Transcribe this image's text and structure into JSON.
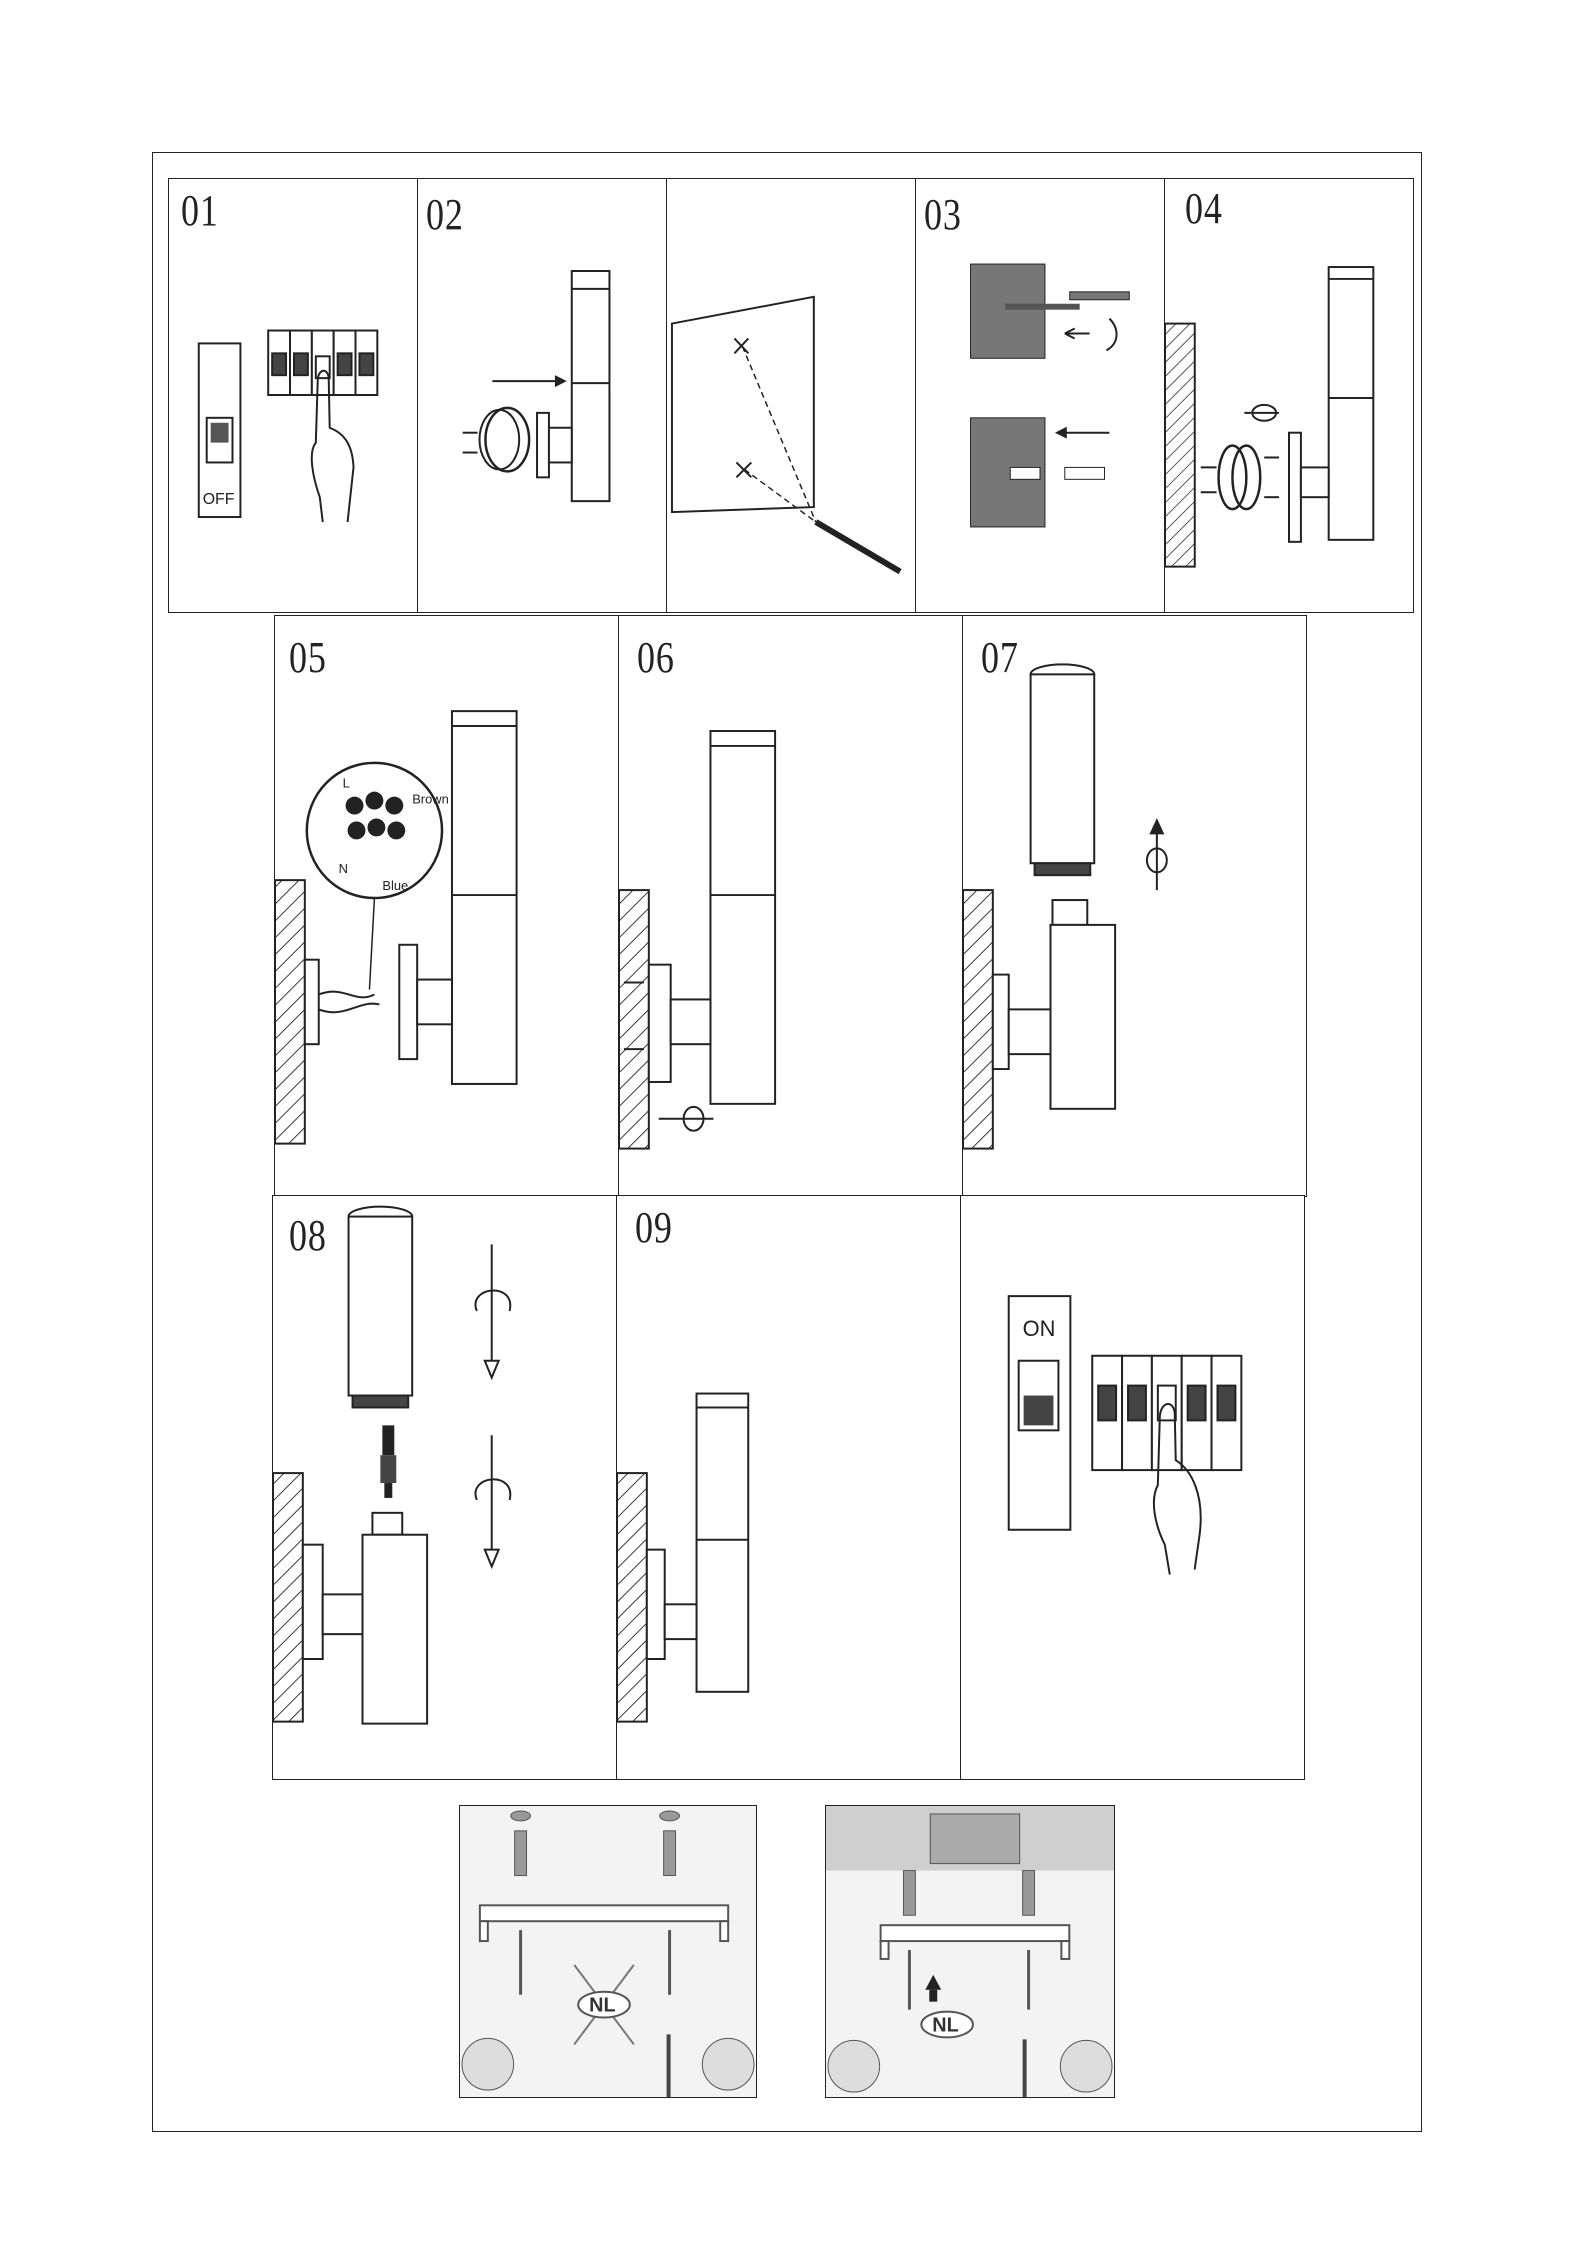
{
  "steps": {
    "s01": "01",
    "s02": "02",
    "s03": "03",
    "s04": "04",
    "s05": "05",
    "s06": "06",
    "s07": "07",
    "s08": "08",
    "s09": "09"
  },
  "switch_labels": {
    "off": "OFF",
    "on": "ON"
  },
  "wire_labels": {
    "live": "L",
    "neutral": "N",
    "brown": "Brown",
    "blue": "Blue"
  },
  "badge": {
    "nl": "NL"
  },
  "icons": [
    "power-switch-icon",
    "breaker-panel-icon",
    "hand-icon",
    "wall-lamp-icon",
    "drill-icon",
    "screwdriver-icon",
    "rotate-arrow-icon",
    "bulb-icon",
    "wall-plug-icon",
    "mounting-bracket-icon"
  ]
}
